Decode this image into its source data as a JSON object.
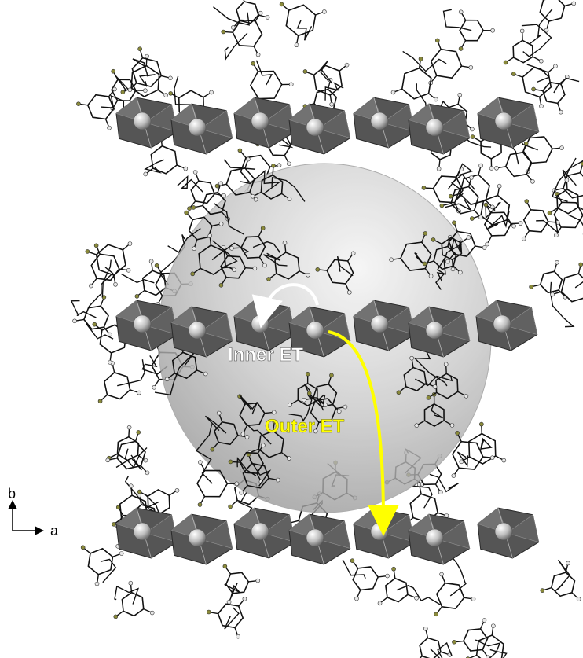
{
  "labels": {
    "inner": "Inner ET",
    "outer": "Outer ET"
  },
  "axes": {
    "vertical": "b",
    "horizontal": "a"
  },
  "colors": {
    "polyhedron": "#555555",
    "polyhedron_light": "#8a8a8a",
    "ligand": "#111111",
    "sphere": "#c8c8c8",
    "inner_arrow": "#ffffff",
    "outer_arrow": "#ffff00",
    "outer_text": "#ffff00",
    "inner_text": "#ffffff"
  }
}
